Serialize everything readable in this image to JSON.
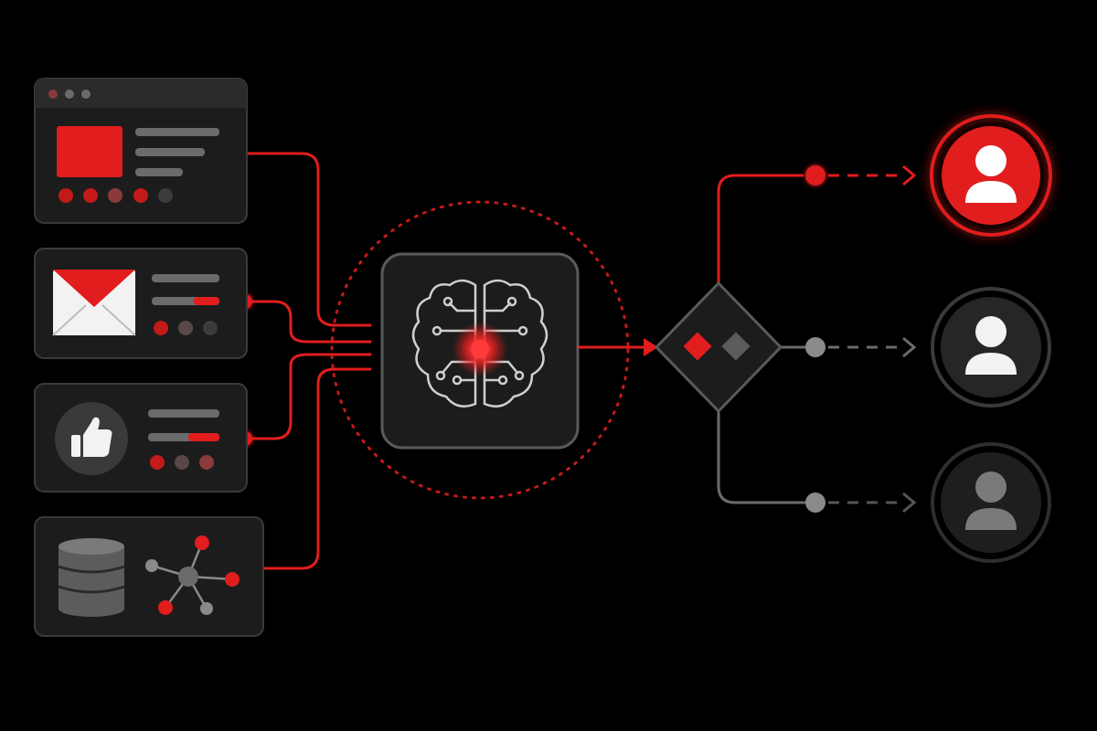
{
  "colors": {
    "background": "#000000",
    "panel": "#1c1c1c",
    "panel_border": "#3a3a3a",
    "accent_red": "#e11d1d",
    "glow_red": "#ff2a2a",
    "neutral_gray": "#6b6b6b",
    "light_gray": "#9a9a9a",
    "white": "#f2f2f2",
    "dim_line": "#555555"
  },
  "sources": [
    {
      "id": "web-page",
      "icon": "browser-window-icon"
    },
    {
      "id": "email",
      "icon": "envelope-icon"
    },
    {
      "id": "social",
      "icon": "thumbs-up-icon"
    },
    {
      "id": "database",
      "icon": "database-icon",
      "secondary_icon": "network-graph-icon"
    }
  ],
  "processor": {
    "icon": "brain-circuit-icon"
  },
  "decision": {
    "icon": "decision-diamond-icon"
  },
  "outputs": [
    {
      "id": "user-primary",
      "icon": "user-icon",
      "state": "active"
    },
    {
      "id": "user-secondary",
      "icon": "user-icon",
      "state": "inactive"
    },
    {
      "id": "user-tertiary",
      "icon": "user-icon",
      "state": "inactive"
    }
  ]
}
